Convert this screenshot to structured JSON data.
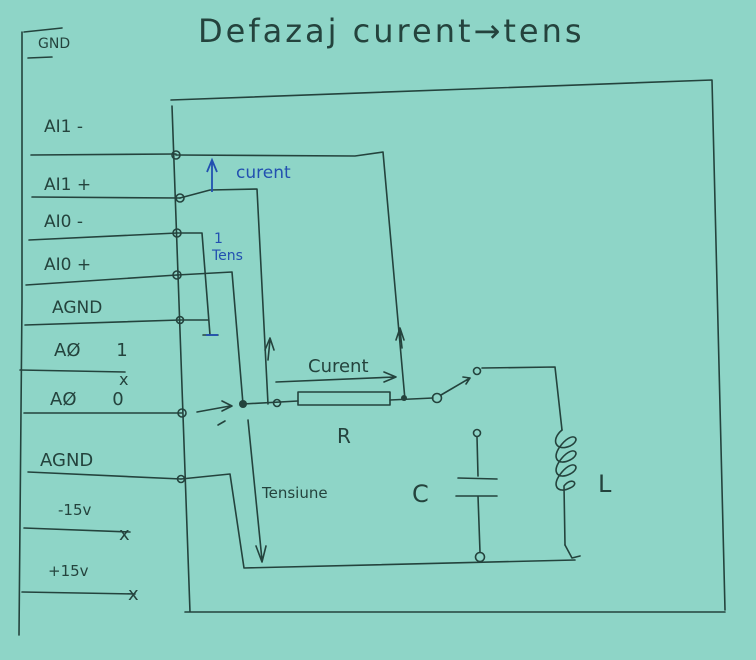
{
  "title": "Defazaj curent→tens",
  "gnd_label": "GND",
  "pins": [
    {
      "label": "AI1 -"
    },
    {
      "label": "AI1 +"
    },
    {
      "label": "AI0 -"
    },
    {
      "label": "AI0 +"
    },
    {
      "label": "AGND"
    },
    {
      "label": "AØ 1"
    },
    {
      "label": "AØ 0"
    },
    {
      "label": "AGND"
    },
    {
      "label": "-15v"
    },
    {
      "label": "+15v"
    }
  ],
  "annotations": {
    "current_blue": "curent",
    "tens_one": "1",
    "tens_blue": "Tens",
    "current_resistor": "Curent",
    "tension": "Tensiune",
    "unconnected_mark": "x"
  },
  "components": {
    "resistor": "R",
    "capacitor": "C",
    "inductor": "L"
  },
  "colors": {
    "paper": "#8ed5c7",
    "pencil": "#24433d",
    "blue_ink": "#2250b0"
  }
}
